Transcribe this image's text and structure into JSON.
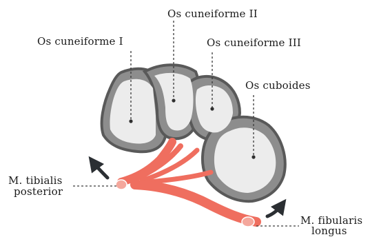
{
  "labels": {
    "cuneiforme_1": "Os cuneiforme I",
    "cuneiforme_2": "Os cuneiforme II",
    "cuneiforme_3": "Os cuneiforme III",
    "cuboides": "Os cuboides",
    "tibialis_line1": "M. tibialis",
    "tibialis_line2": "posterior",
    "fibularis_line1": "M. fibularis",
    "fibularis_line2": "longus"
  },
  "colors": {
    "bone_outer": "#8d8d8d",
    "bone_outline": "#595959",
    "bone_inner": "#ededed",
    "tendon": "#ef6e5f",
    "tendon_edge": "#d9493b",
    "arrow": "#2b2f33",
    "leader_line": "#3a3a3a"
  },
  "icons": [
    "curved-arrow-icon",
    "curved-arrow-icon"
  ]
}
